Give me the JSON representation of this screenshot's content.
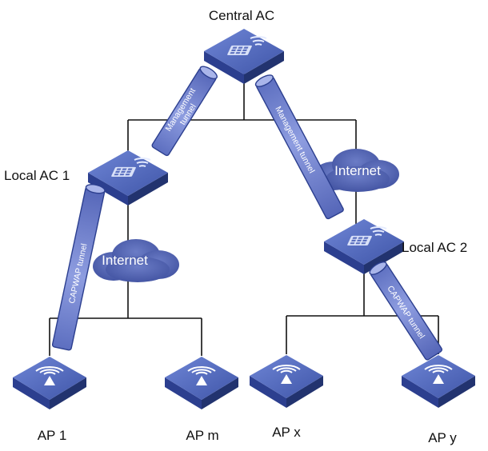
{
  "devices": {
    "central_ac": "Central AC",
    "local_ac_1": "Local AC 1",
    "local_ac_2": "Local AC 2",
    "ap_1": "AP 1",
    "ap_m": "AP m",
    "ap_x": "AP x",
    "ap_y": "AP y"
  },
  "clouds": {
    "left": "Internet",
    "right": "Internet"
  },
  "tunnels": {
    "mgmt_left_line1": "Management",
    "mgmt_left_line2": "tunnel",
    "mgmt_right": "Management tunnel",
    "capwap_left": "CAPWAP tunnel",
    "capwap_right": "CAPWAP tunnel"
  },
  "colors": {
    "device_top": "#4f66b8",
    "device_side": "#2c3f8f",
    "cloud": "#5264b0",
    "tunnel": "#7f8fcf"
  }
}
